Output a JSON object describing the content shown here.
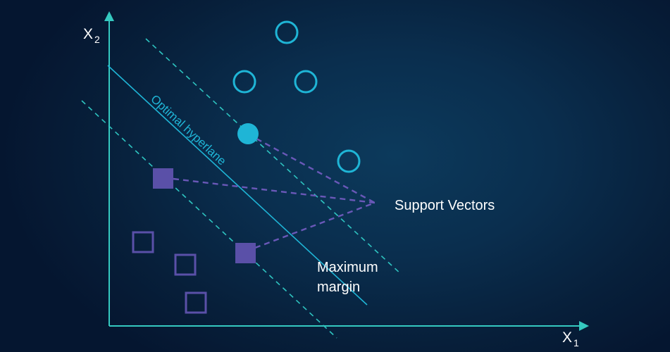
{
  "axes": {
    "x_label": "X",
    "x_subscript": "1",
    "y_label": "X",
    "y_subscript": "2"
  },
  "labels": {
    "hyperplane": "Optimal hyperlane",
    "support_vectors": "Support Vectors",
    "margin_line1": "Maximum",
    "margin_line2": "margin"
  },
  "colors": {
    "background": "#061a33",
    "axis": "#35c9c0",
    "circle_class": "#1fb5d6",
    "square_class": "#5a50a8",
    "margin_dashes": "#2ec4c0",
    "pointer_dashes": "#6a58b8",
    "text": "#ffffff"
  },
  "points": {
    "circles_open": 4,
    "circles_support": 1,
    "squares_open": 3,
    "squares_support": 2
  }
}
